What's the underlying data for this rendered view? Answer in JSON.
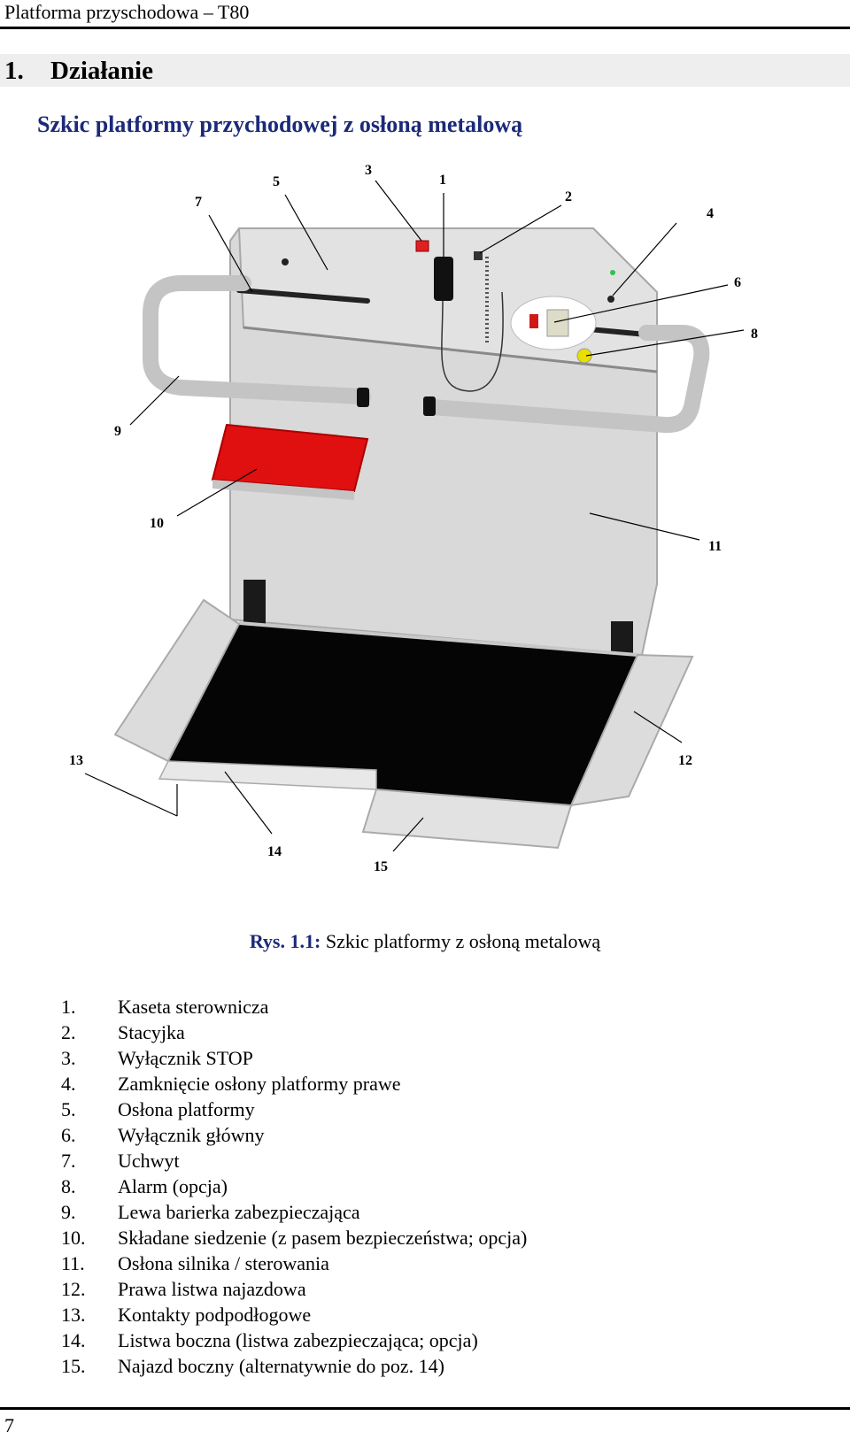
{
  "header": {
    "running_title": "Platforma przyschodowa – T80"
  },
  "section": {
    "number": "1.",
    "title": "Działanie"
  },
  "subheading": "Szkic platformy przychodowej z osłoną metalową",
  "figure": {
    "callouts": [
      "1",
      "2",
      "3",
      "4",
      "5",
      "6",
      "7",
      "8",
      "9",
      "10",
      "11",
      "12",
      "13",
      "14",
      "15"
    ],
    "colors": {
      "panel": "#d9d9d9",
      "seat": "#e01010",
      "floor": "#000000",
      "stop": "#e02020",
      "alarm": "#e8e000",
      "accent": "#1b2a78"
    }
  },
  "caption": {
    "label": "Rys. 1.1:",
    "text": "Szkic platformy z osłoną metalową"
  },
  "legend": [
    {
      "n": "1.",
      "text": "Kaseta sterownicza"
    },
    {
      "n": "2.",
      "text": "Stacyjka"
    },
    {
      "n": "3.",
      "text": "Wyłącznik STOP"
    },
    {
      "n": "4.",
      "text": "Zamknięcie osłony platformy prawe"
    },
    {
      "n": "5.",
      "text": "Osłona platformy"
    },
    {
      "n": "6.",
      "text": "Wyłącznik główny"
    },
    {
      "n": "7.",
      "text": "Uchwyt"
    },
    {
      "n": "8.",
      "text": "Alarm (opcja)"
    },
    {
      "n": "9.",
      "text": "Lewa barierka zabezpieczająca"
    },
    {
      "n": "10.",
      "text": "Składane siedzenie (z pasem bezpieczeństwa; opcja)"
    },
    {
      "n": "11.",
      "text": "Osłona silnika / sterowania"
    },
    {
      "n": "12.",
      "text": "Prawa listwa najazdowa"
    },
    {
      "n": "13.",
      "text": "Kontakty podpodłogowe"
    },
    {
      "n": "14.",
      "text": "Listwa boczna (listwa zabezpieczająca; opcja)"
    },
    {
      "n": "15.",
      "text": "Najazd boczny (alternatywnie do poz. 14)"
    }
  ],
  "footer": {
    "page_number": "7"
  }
}
